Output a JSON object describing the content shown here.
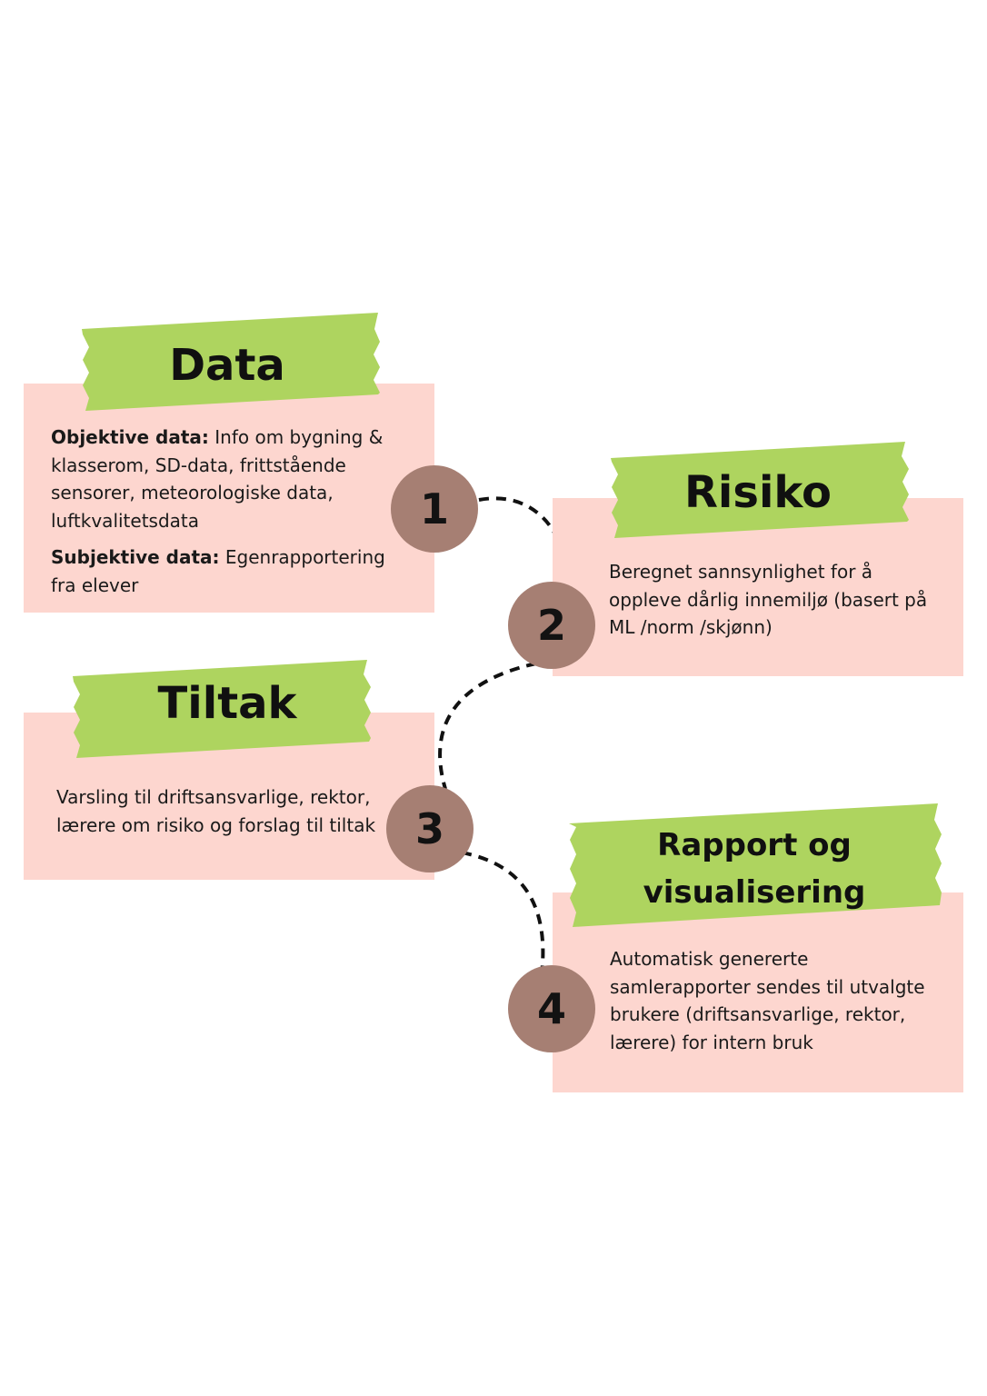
{
  "steps": [
    {
      "number": "1",
      "title": "Data",
      "paragraphs": [
        {
          "label": "Objektive data:",
          "text": " Info om bygning & klasserom, SD-data, frittstående sensorer, meteorologiske data, luftkvalitetsdata"
        },
        {
          "label": "Subjektive data:",
          "text": " Egenrapportering fra elever"
        }
      ]
    },
    {
      "number": "2",
      "title": "Risiko",
      "text": "Beregnet sannsynlighet for å oppleve dårlig innemiljø (basert på ML /norm /skjønn)"
    },
    {
      "number": "3",
      "title": "Tiltak",
      "text": "Varsling til driftsansvarlige, rektor, lærere om risiko og forslag til tiltak"
    },
    {
      "number": "4",
      "title_line1": "Rapport og",
      "title_line2": "visualisering",
      "text": "Automatisk genererte samlerapporter sendes til utvalgte brukere (driftsansvarlige, rektor, lærere) for intern bruk"
    }
  ],
  "colors": {
    "card": "#fdd6cf",
    "tape": "#aed45f",
    "badge": "#a67f73",
    "connector": "#111111"
  }
}
